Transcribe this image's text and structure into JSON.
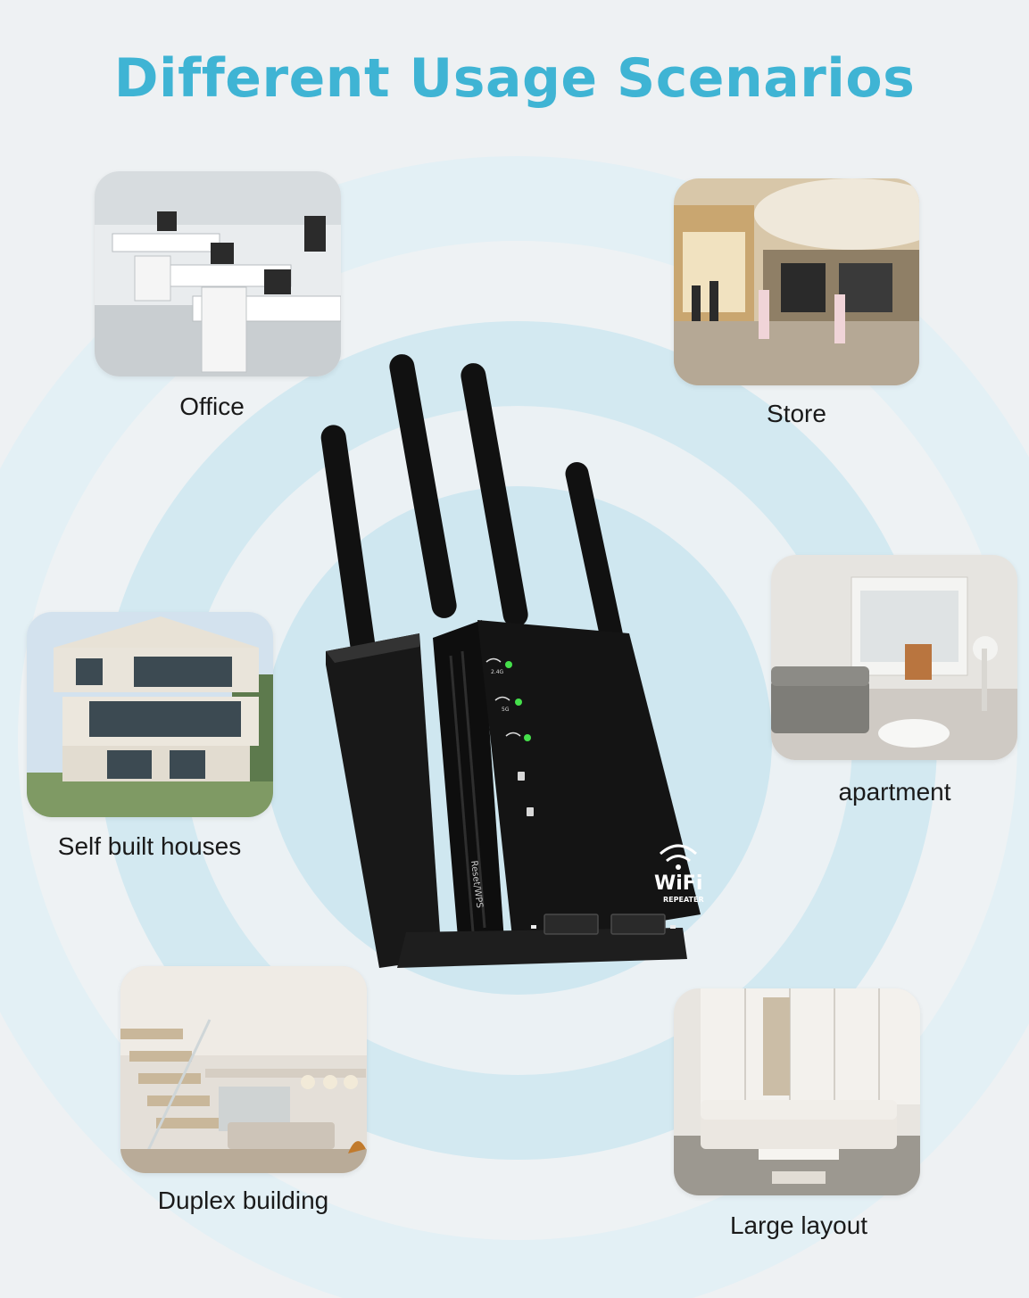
{
  "title": "Different Usage Scenarios",
  "colors": {
    "title": "#3fb4d4",
    "ring_light": "#dceef4",
    "ring_mid": "#cbe6f0",
    "device_body": "#141414"
  },
  "scenarios": [
    {
      "id": "office",
      "label": "Office"
    },
    {
      "id": "store",
      "label": "Store"
    },
    {
      "id": "apartment",
      "label": "apartment"
    },
    {
      "id": "self-built",
      "label": "Self built houses"
    },
    {
      "id": "duplex",
      "label": "Duplex building"
    },
    {
      "id": "large-layout",
      "label": "Large layout"
    }
  ],
  "device": {
    "brand": "WiFi",
    "subtitle": "REPEATER",
    "led_labels": [
      "2.4G",
      "5G"
    ],
    "port_label": "Reset/WPS"
  }
}
